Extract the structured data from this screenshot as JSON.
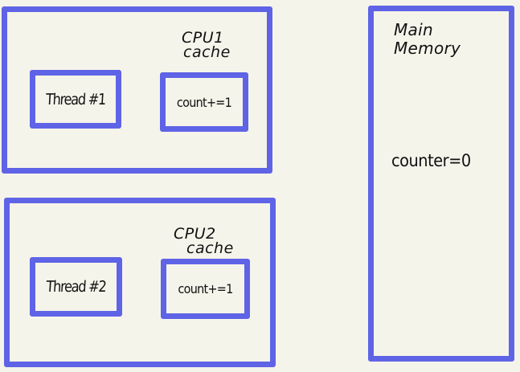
{
  "cpu1": {
    "label_line1": "CPU1",
    "label_line2": "cache",
    "thread_label": "Thread #1",
    "cache_value": "count+=1"
  },
  "cpu2": {
    "label_line1": "CPU2",
    "label_line2": "cache",
    "thread_label": "Thread #2",
    "cache_value": "count+=1"
  },
  "memory": {
    "label_line1": "Main",
    "label_line2": "Memory",
    "value": "counter=0"
  },
  "colors": {
    "box_stroke": "#5f63e6",
    "background": "#f5f4ea"
  },
  "icons": []
}
